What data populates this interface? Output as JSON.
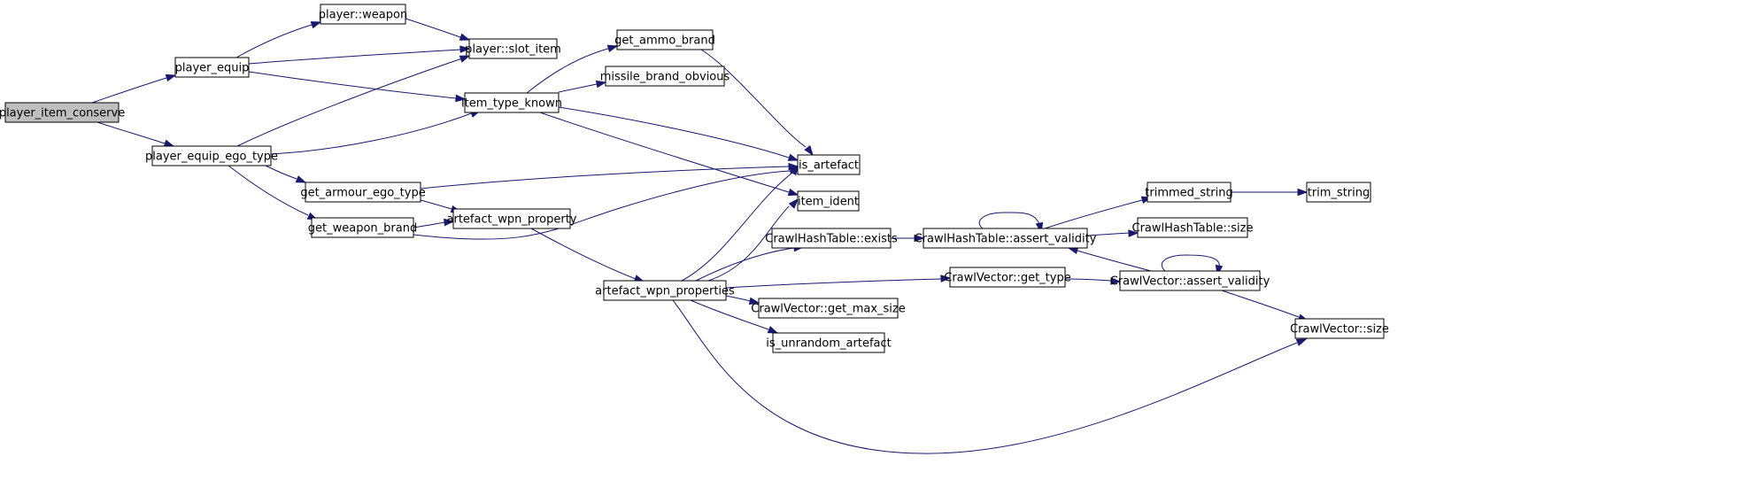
{
  "diagram": {
    "type": "call-graph",
    "colors": {
      "edge": "#191970",
      "node_border": "#000000",
      "node_fill": "#ffffff",
      "root_fill": "#bfbfbf"
    },
    "nodes": [
      {
        "id": "n0",
        "label": "player_item_conserve"
      },
      {
        "id": "n1",
        "label": "player_equip"
      },
      {
        "id": "n2",
        "label": "player_equip_ego_type"
      },
      {
        "id": "n3",
        "label": "player::weapon"
      },
      {
        "id": "n4",
        "label": "player::slot_item"
      },
      {
        "id": "n5",
        "label": "item_type_known"
      },
      {
        "id": "n6",
        "label": "get_ammo_brand"
      },
      {
        "id": "n7",
        "label": "missile_brand_obvious"
      },
      {
        "id": "n8",
        "label": "is_artefact"
      },
      {
        "id": "n9",
        "label": "item_ident"
      },
      {
        "id": "n10",
        "label": "get_armour_ego_type"
      },
      {
        "id": "n11",
        "label": "get_weapon_brand"
      },
      {
        "id": "n12",
        "label": "artefact_wpn_property"
      },
      {
        "id": "n13",
        "label": "artefact_wpn_properties"
      },
      {
        "id": "n14",
        "label": "CrawlHashTable::exists"
      },
      {
        "id": "n15",
        "label": "CrawlHashTable::assert_validity"
      },
      {
        "id": "n16",
        "label": "trimmed_string"
      },
      {
        "id": "n17",
        "label": "trim_string"
      },
      {
        "id": "n18",
        "label": "CrawlHashTable::size"
      },
      {
        "id": "n19",
        "label": "CrawlVector::get_type"
      },
      {
        "id": "n20",
        "label": "CrawlVector::assert_validity"
      },
      {
        "id": "n21",
        "label": "CrawlVector::get_max_size"
      },
      {
        "id": "n22",
        "label": "is_unrandom_artefact"
      },
      {
        "id": "n23",
        "label": "CrawlVector::size"
      }
    ],
    "edges": [
      {
        "from": "n0",
        "to": "n1"
      },
      {
        "from": "n0",
        "to": "n2"
      },
      {
        "from": "n1",
        "to": "n3"
      },
      {
        "from": "n1",
        "to": "n4"
      },
      {
        "from": "n1",
        "to": "n5"
      },
      {
        "from": "n3",
        "to": "n4"
      },
      {
        "from": "n2",
        "to": "n4"
      },
      {
        "from": "n2",
        "to": "n5"
      },
      {
        "from": "n2",
        "to": "n10"
      },
      {
        "from": "n2",
        "to": "n11"
      },
      {
        "from": "n5",
        "to": "n6"
      },
      {
        "from": "n5",
        "to": "n7"
      },
      {
        "from": "n5",
        "to": "n8"
      },
      {
        "from": "n5",
        "to": "n9"
      },
      {
        "from": "n6",
        "to": "n8"
      },
      {
        "from": "n10",
        "to": "n8"
      },
      {
        "from": "n10",
        "to": "n12"
      },
      {
        "from": "n11",
        "to": "n12"
      },
      {
        "from": "n11",
        "to": "n8"
      },
      {
        "from": "n12",
        "to": "n13"
      },
      {
        "from": "n13",
        "to": "n8"
      },
      {
        "from": "n13",
        "to": "n9"
      },
      {
        "from": "n13",
        "to": "n14"
      },
      {
        "from": "n13",
        "to": "n19"
      },
      {
        "from": "n13",
        "to": "n21"
      },
      {
        "from": "n13",
        "to": "n22"
      },
      {
        "from": "n13",
        "to": "n23"
      },
      {
        "from": "n14",
        "to": "n15"
      },
      {
        "from": "n15",
        "to": "n15"
      },
      {
        "from": "n15",
        "to": "n16"
      },
      {
        "from": "n15",
        "to": "n18"
      },
      {
        "from": "n16",
        "to": "n17"
      },
      {
        "from": "n19",
        "to": "n20"
      },
      {
        "from": "n20",
        "to": "n15"
      },
      {
        "from": "n20",
        "to": "n20"
      },
      {
        "from": "n20",
        "to": "n23"
      }
    ]
  }
}
